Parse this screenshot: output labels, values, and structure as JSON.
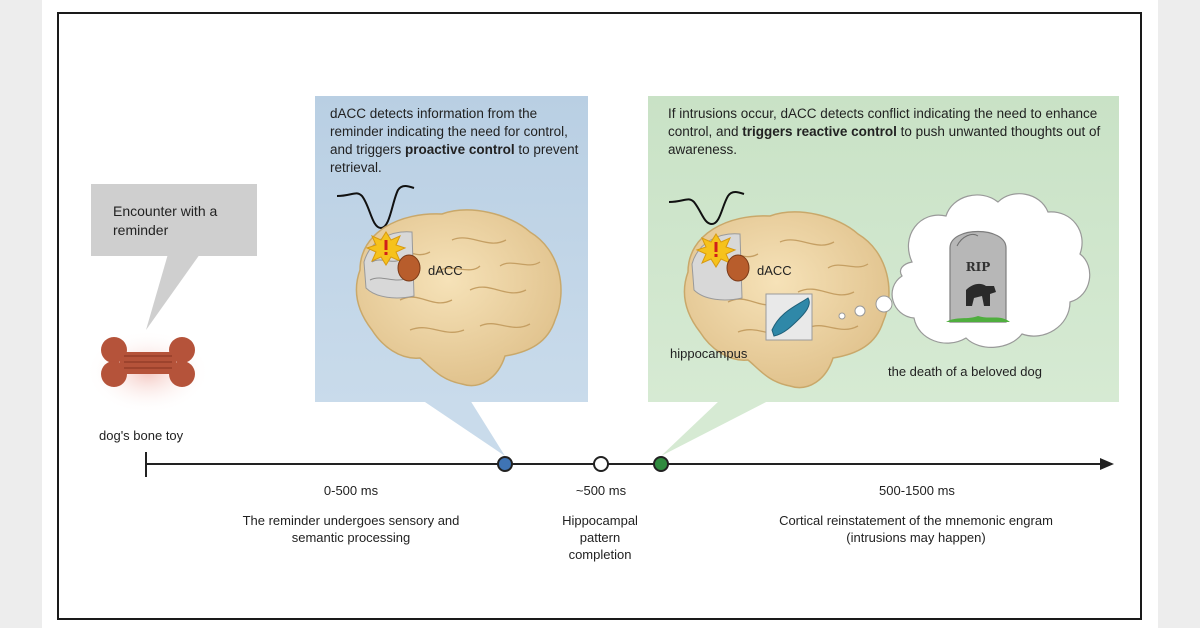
{
  "reminder_bubble": {
    "text": "Encounter with a reminder"
  },
  "bone_label": "dog's bone toy",
  "proactive_panel": {
    "text_1": "dACC detects ",
    "text_2": "information from the reminder indicating the need for control, and triggers ",
    "text_bold": "proactive control",
    "text_3": " to prevent retrieval.",
    "region_label": "dACC"
  },
  "reactive_panel": {
    "text_1": "If intrusions occur, dACC detects conflict indicating the need to enhance control, and ",
    "text_bold_1": "triggers",
    "text_2": " ",
    "text_bold_2": "reactive control",
    "text_3": " to push unwanted thoughts out of awareness.",
    "dacc_label": "dACC",
    "hippocampus_label": "hippocampus",
    "thought_caption": "the death of a beloved dog",
    "tombstone_text": "RIP"
  },
  "timeline": {
    "phase_1": {
      "time": "0-500 ms",
      "description": "The reminder undergoes sensory and semantic processing"
    },
    "phase_2": {
      "time": "~500 ms",
      "description_line_1": "Hippocampal",
      "description_line_2": "pattern",
      "description_line_3": "completion"
    },
    "phase_3": {
      "time": "500-1500 ms",
      "description_line_1": "Cortical reinstatement of the mnemonic engram",
      "description_line_2": "(intrusions may happen)"
    }
  },
  "colors": {
    "blue_panel": "#c3d6e8",
    "green_panel": "#cfe6cc",
    "gray_bubble": "#cfcfcf",
    "dot_blue": "#3f74b5",
    "dot_green": "#2f8a3e",
    "brain": "#ecd3a0"
  },
  "icons": [
    "bone-icon",
    "brain-icon",
    "waveform-icon",
    "alert-burst-icon",
    "tombstone-icon",
    "thought-cloud-icon"
  ]
}
